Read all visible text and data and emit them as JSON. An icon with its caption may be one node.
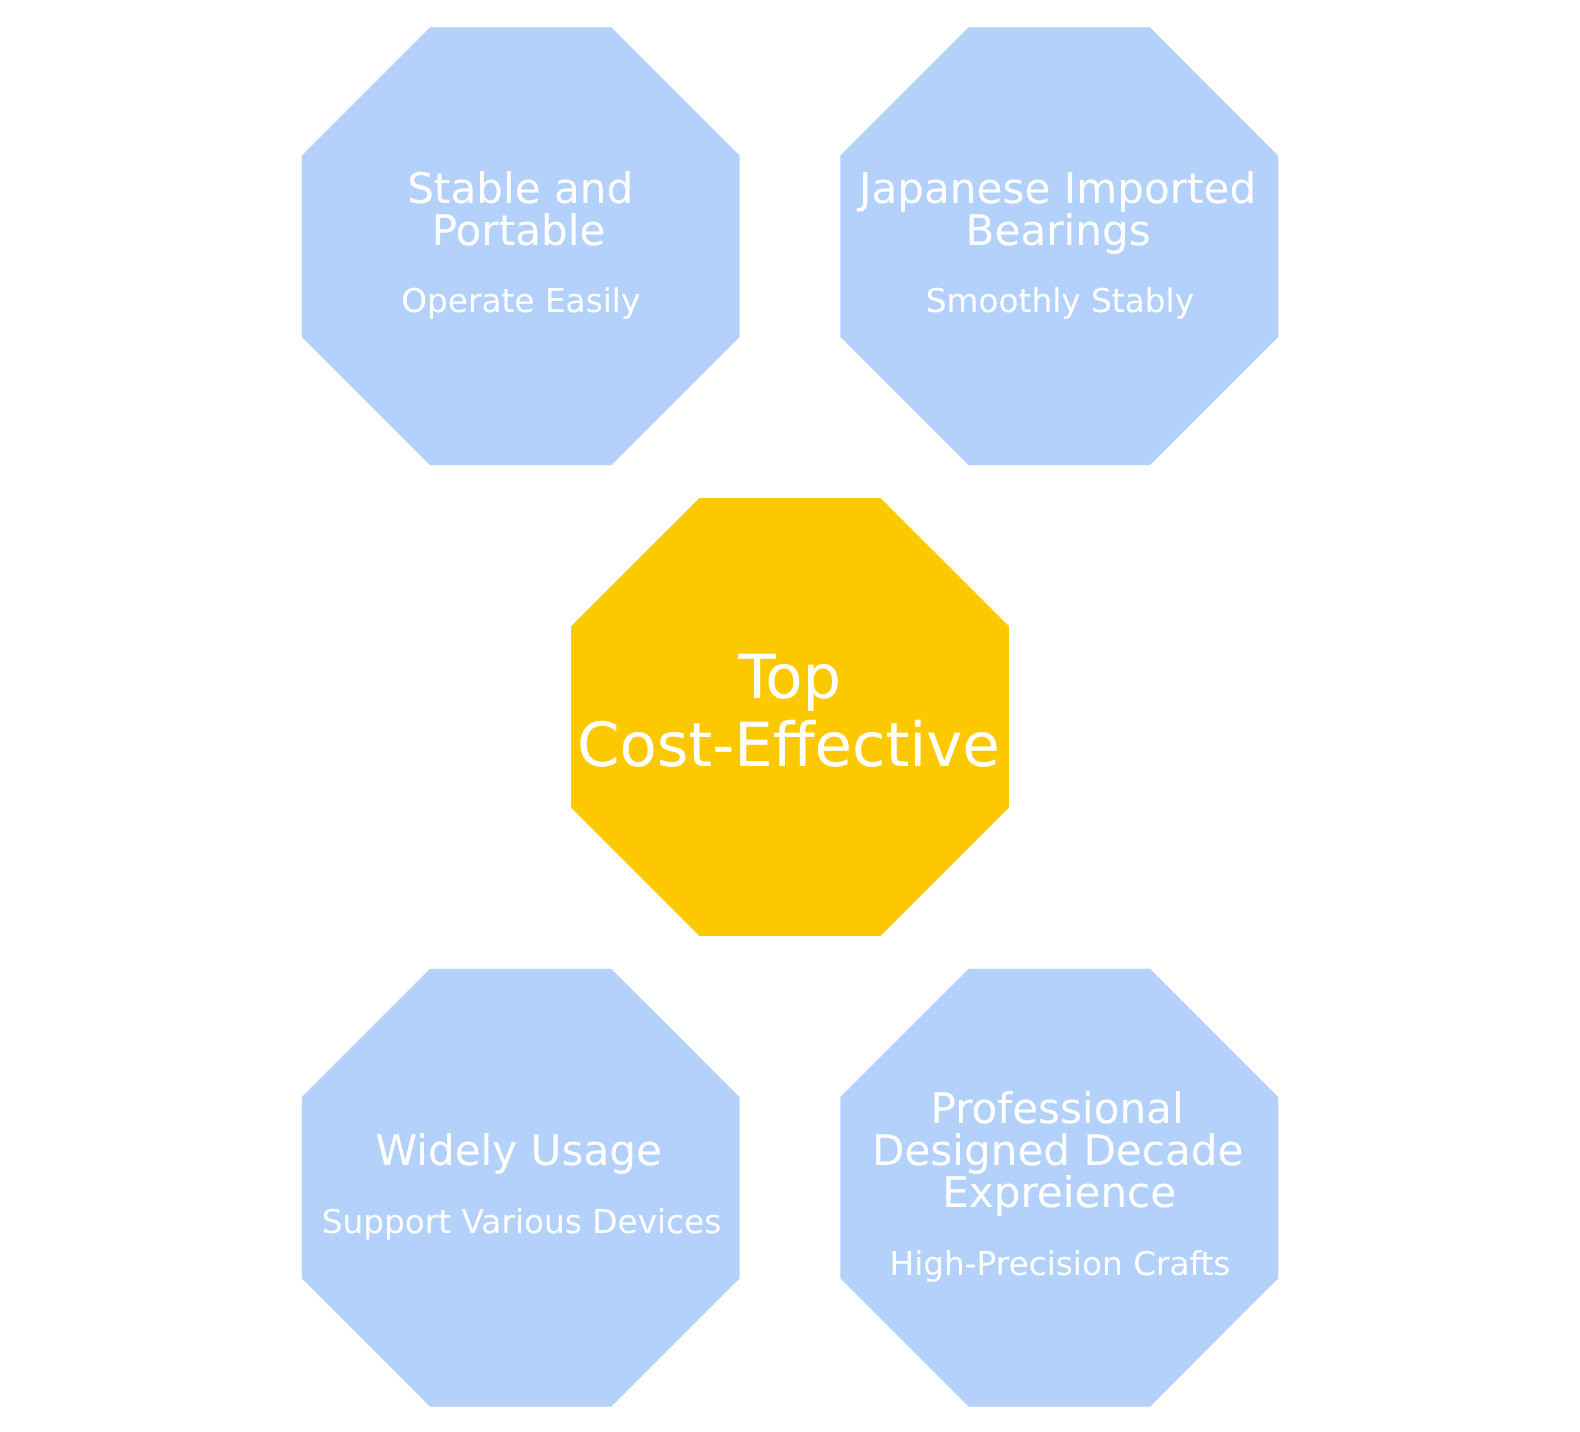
{
  "diagram": {
    "nodes": [
      {
        "text": [
          "Stable and Portable",
          "Operate Easily"
        ]
      },
      {
        "text": [
          "Japanese Imported Bearings",
          "Smoothly Stably"
        ]
      },
      {
        "text": [
          "Top Cost-Effective"
        ]
      },
      {
        "text": [
          "Widely Usage",
          "Support Various Devices"
        ]
      },
      {
        "text": [
          "Professional Designed Decade Expreience",
          "High-Precision Crafts"
        ]
      }
    ]
  }
}
